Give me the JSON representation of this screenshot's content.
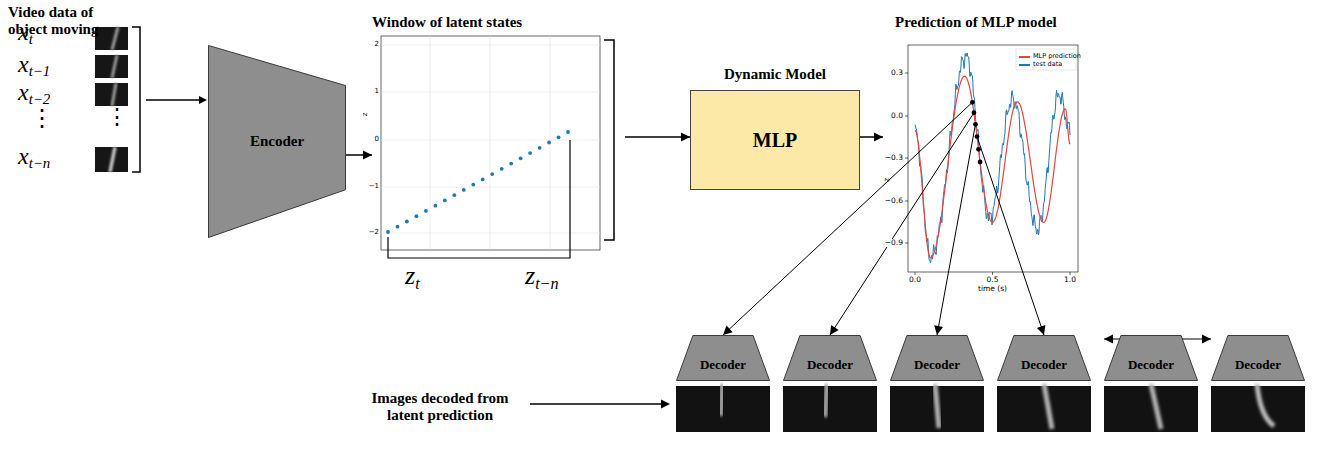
{
  "diagram": {
    "nodes": [
      {
        "text": [
          "Encoder"
        ]
      },
      {
        "text": [
          "Window of latent states"
        ]
      },
      {
        "text": [
          "Dynamic Model",
          "MLP"
        ]
      },
      {
        "text": [
          "Prediction of MLP model"
        ]
      },
      {
        "text": [
          "Decoder"
        ]
      },
      {
        "text": [
          "Decoder"
        ]
      },
      {
        "text": [
          "Decoder"
        ]
      },
      {
        "text": [
          "Decoder"
        ]
      },
      {
        "text": [
          "Decoder"
        ]
      },
      {
        "text": [
          "Decoder"
        ]
      }
    ],
    "edges": [
      {
        "from": 0,
        "to": 1,
        "arrow": "to"
      },
      {
        "from": 1,
        "to": 2,
        "arrow": "to"
      },
      {
        "from": 2,
        "to": 3,
        "arrow": "to"
      },
      {
        "from": 3,
        "to": 4,
        "arrow": "to"
      },
      {
        "from": 3,
        "to": 5,
        "arrow": "to"
      },
      {
        "from": 3,
        "to": 6,
        "arrow": "to"
      },
      {
        "from": 3,
        "to": 7,
        "arrow": "to"
      },
      {
        "from": 3,
        "to": 8,
        "arrow": "to"
      },
      {
        "from": 3,
        "to": 9,
        "arrow": "to"
      }
    ],
    "labels": [
      "Video data of object moving",
      "xt",
      "xt−1",
      "xt−2",
      "⋮",
      "⋮",
      "xt−n",
      "z",
      "2",
      "1",
      "0",
      "−1",
      "−2",
      "zt",
      "zt−n",
      "0.3",
      "0.0",
      "−0.3",
      "−0.6",
      "−0.9",
      "0.0",
      "0.5",
      "1.0",
      "time (s)",
      "z",
      "Images decoded from latent prediction"
    ],
    "legend": [
      {
        "text": "MLP prediction"
      },
      {
        "text": "test data"
      }
    ]
  }
}
